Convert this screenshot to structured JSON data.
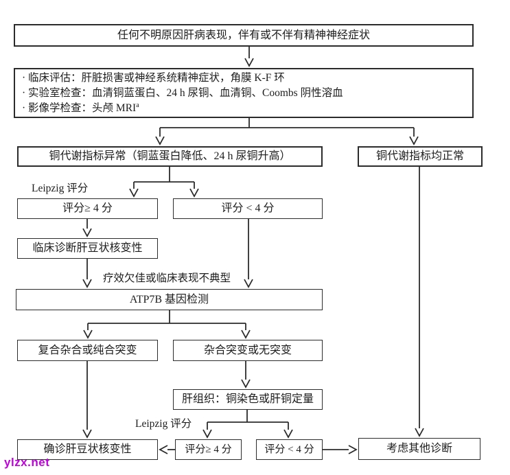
{
  "colors": {
    "line": "#2b2b2b",
    "text": "#1c1c1c",
    "box_border": "#2b2b2b",
    "background": "#ffffff",
    "watermark": "#c000dd"
  },
  "watermark": {
    "text": "ylzx.net"
  },
  "flowchart": {
    "nodes": {
      "presentation": "任何不明原因肝病表现，伴有或不伴有精神神经症状",
      "workup": {
        "bullets": [
          "· 临床评估：肝脏损害或神经系统精神症状，角膜 K-F 环",
          "· 实验室检查：血清铜蓝蛋白、24 h 尿铜、血清铜、Coombs 阴性溶血",
          "· 影像学检查：头颅 MRI"
        ],
        "superscript": "a"
      },
      "copper_abnormal": "铜代谢指标异常（铜蓝蛋白降低、24 h 尿铜升高）",
      "copper_normal": "铜代谢指标均正常",
      "score_ge4_upper": "评分≥ 4 分",
      "score_lt4_upper": "评分 < 4 分",
      "clinical_diagnosis": "临床诊断肝豆状核变性",
      "atp7b_testing": "ATP7B 基因检测",
      "compound_mutation": "复合杂合或纯合突变",
      "hetero_mutation": "杂合突变或无突变",
      "liver_tissue": "肝组织：铜染色或肝铜定量",
      "confirmed_diagnosis": "确诊肝豆状核变性",
      "score_ge4_lower": "评分≥ 4 分",
      "score_lt4_lower": "评分 < 4 分",
      "other_diagnosis": "考虑其他诊断"
    },
    "edge_labels": {
      "leipzig_upper": "Leipzig 评分",
      "treatment_atypical": "疗效欠佳或临床表现不典型",
      "leipzig_lower": "Leipzig 评分"
    }
  }
}
